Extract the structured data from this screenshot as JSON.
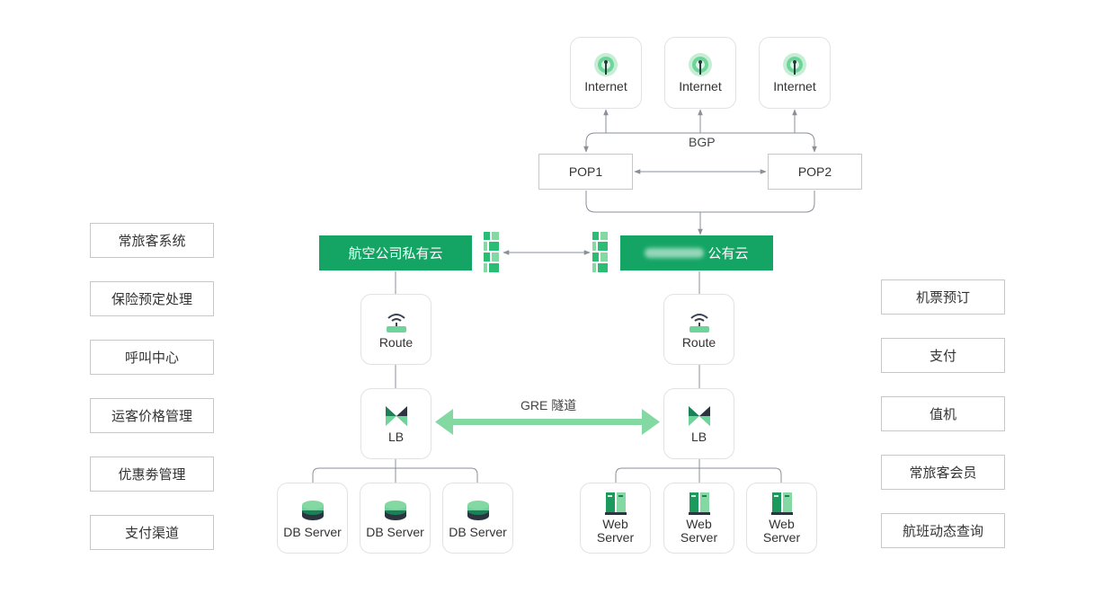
{
  "internet_nodes": [
    {
      "label": "Internet"
    },
    {
      "label": "Internet"
    },
    {
      "label": "Internet"
    }
  ],
  "bgp_label": "BGP",
  "pops": [
    {
      "label": "POP1"
    },
    {
      "label": "POP2"
    }
  ],
  "private_cloud": {
    "label": "航空公司私有云"
  },
  "public_cloud": {
    "label": "公有云"
  },
  "route_nodes": [
    {
      "label": "Route"
    },
    {
      "label": "Route"
    }
  ],
  "lb_nodes": [
    {
      "label": "LB"
    },
    {
      "label": "LB"
    }
  ],
  "gre_label": "GRE 隧道",
  "db_servers": [
    {
      "label": "DB Server"
    },
    {
      "label": "DB Server"
    },
    {
      "label": "DB Server"
    }
  ],
  "web_servers": [
    {
      "label": "Web Server"
    },
    {
      "label": "Web Server"
    },
    {
      "label": "Web Server"
    }
  ],
  "left_systems": [
    {
      "label": "常旅客系统"
    },
    {
      "label": "保险预定处理"
    },
    {
      "label": "呼叫中心"
    },
    {
      "label": "运客价格管理"
    },
    {
      "label": "优惠劵管理"
    },
    {
      "label": "支付渠道"
    }
  ],
  "right_systems": [
    {
      "label": "机票预订"
    },
    {
      "label": "支付"
    },
    {
      "label": "值机"
    },
    {
      "label": "常旅客会员"
    },
    {
      "label": "航班动态查询"
    }
  ],
  "colors": {
    "brand_green": "#14a564",
    "light_green": "#84d9a3",
    "line_gray": "#8a8f98",
    "dark_icon": "#3a4150"
  }
}
